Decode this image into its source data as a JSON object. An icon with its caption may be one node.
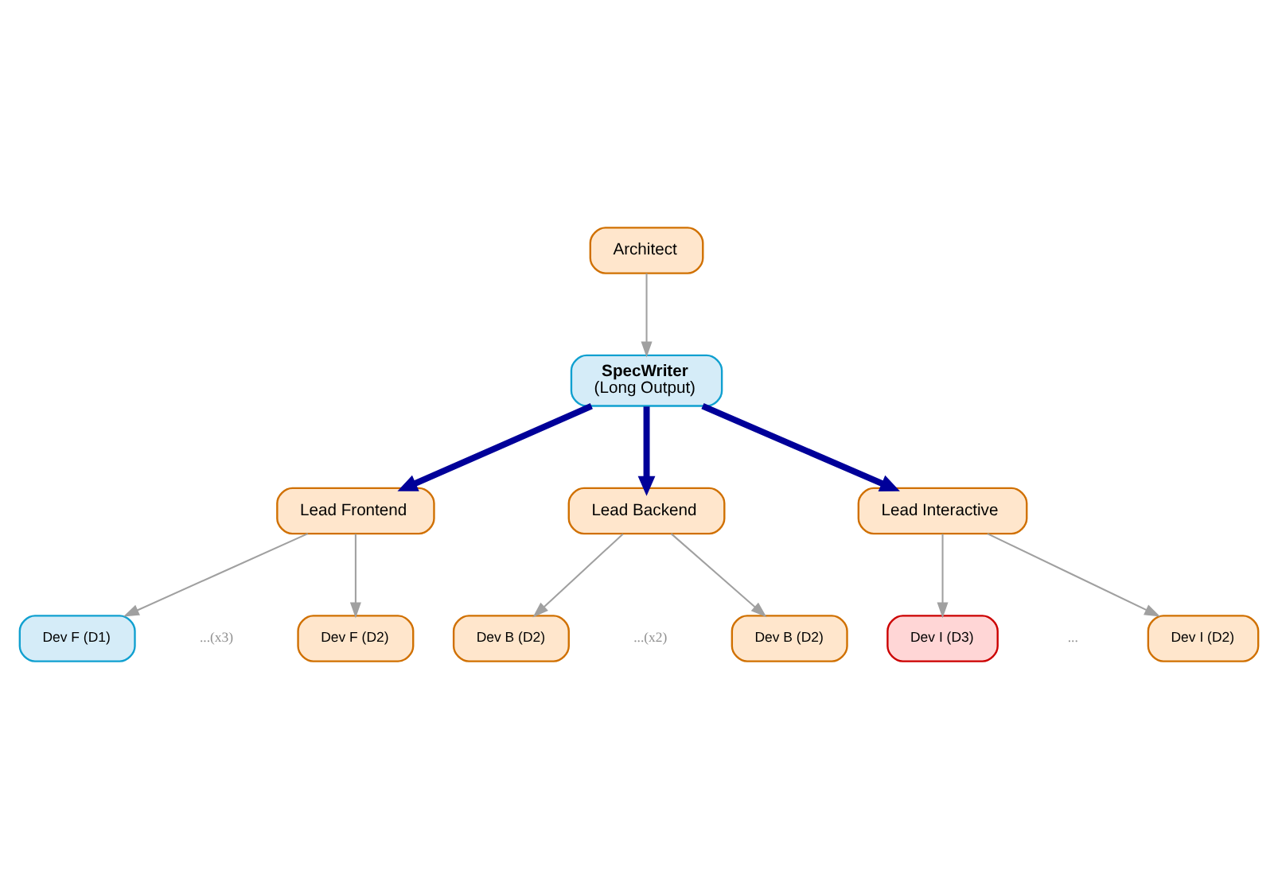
{
  "diagram": {
    "nodes": [
      {
        "text": [
          "Architect"
        ]
      },
      {
        "text": [
          "SpecWriter",
          "(Long Output)"
        ]
      },
      {
        "text": [
          "Lead Frontend"
        ]
      },
      {
        "text": [
          "Lead Backend"
        ]
      },
      {
        "text": [
          "Lead Interactive"
        ]
      },
      {
        "text": [
          "Dev F (D1)"
        ]
      },
      {
        "text": [
          "Dev F (D2)"
        ]
      },
      {
        "text": [
          "Dev B (D2)"
        ]
      },
      {
        "text": [
          "Dev B (D2)"
        ]
      },
      {
        "text": [
          "Dev I (D3)"
        ]
      },
      {
        "text": [
          "Dev I (D2)"
        ]
      }
    ],
    "edges": [
      {
        "from": 0,
        "to": 1,
        "arrow": "to"
      },
      {
        "from": 1,
        "to": 2,
        "arrow": "to",
        "style": "thick",
        "color": "#000099"
      },
      {
        "from": 1,
        "to": 3,
        "arrow": "to",
        "style": "thick",
        "color": "#000099"
      },
      {
        "from": 1,
        "to": 4,
        "arrow": "to",
        "style": "thick",
        "color": "#000099"
      },
      {
        "from": 2,
        "to": 5,
        "arrow": "to"
      },
      {
        "from": 2,
        "to": 6,
        "arrow": "to"
      },
      {
        "from": 3,
        "to": 7,
        "arrow": "to"
      },
      {
        "from": 3,
        "to": 8,
        "arrow": "to"
      },
      {
        "from": 4,
        "to": 9,
        "arrow": "to"
      },
      {
        "from": 4,
        "to": 10,
        "arrow": "to"
      }
    ],
    "labels": [
      "...(x3)",
      "...(x2)",
      "..."
    ]
  }
}
